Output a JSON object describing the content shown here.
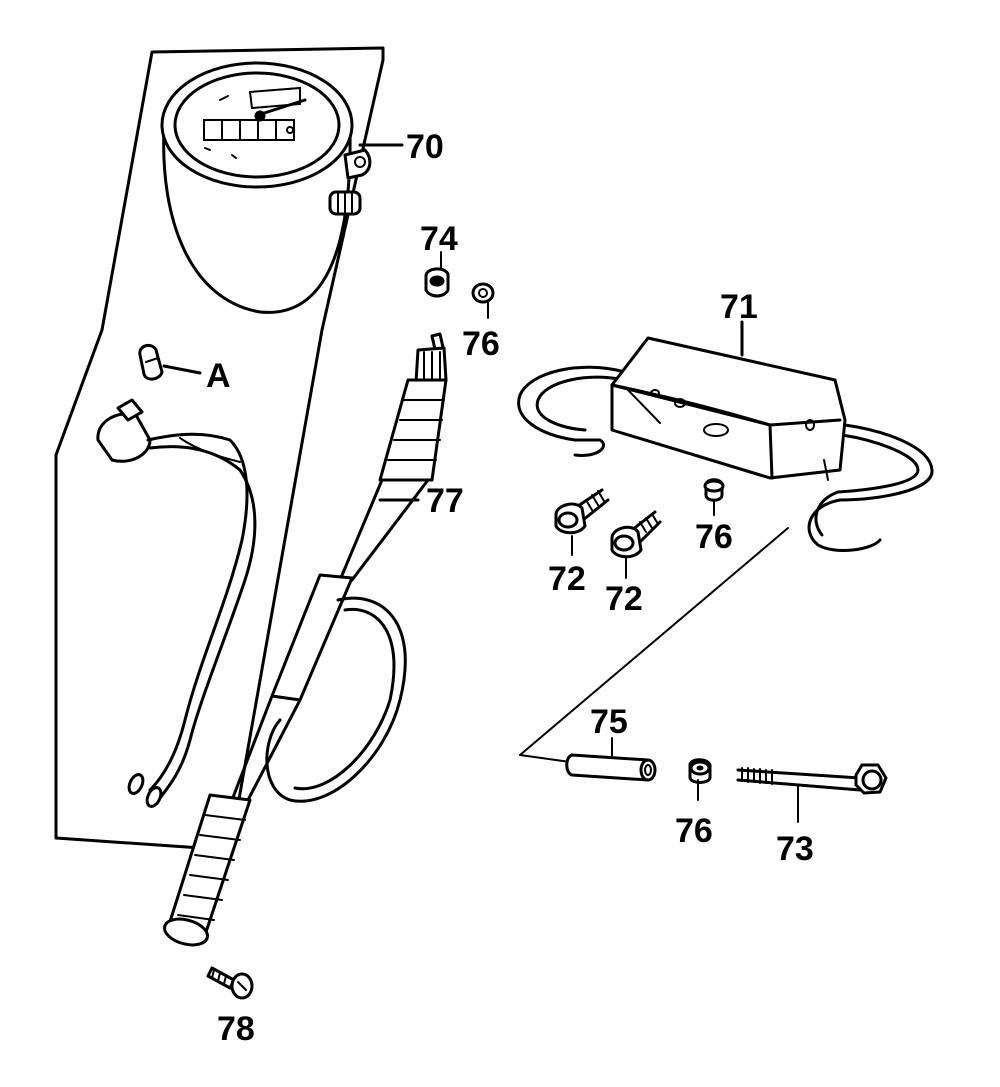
{
  "labels": {
    "p70": "70",
    "p71": "71",
    "p72a": "72",
    "p72b": "72",
    "p73": "73",
    "p74": "74",
    "p75": "75",
    "p76a": "76",
    "p76b": "76",
    "p76c": "76",
    "p77": "77",
    "p78": "78",
    "pA": "A"
  },
  "colors": {
    "ink": "#000000",
    "paper": "#ffffff"
  }
}
